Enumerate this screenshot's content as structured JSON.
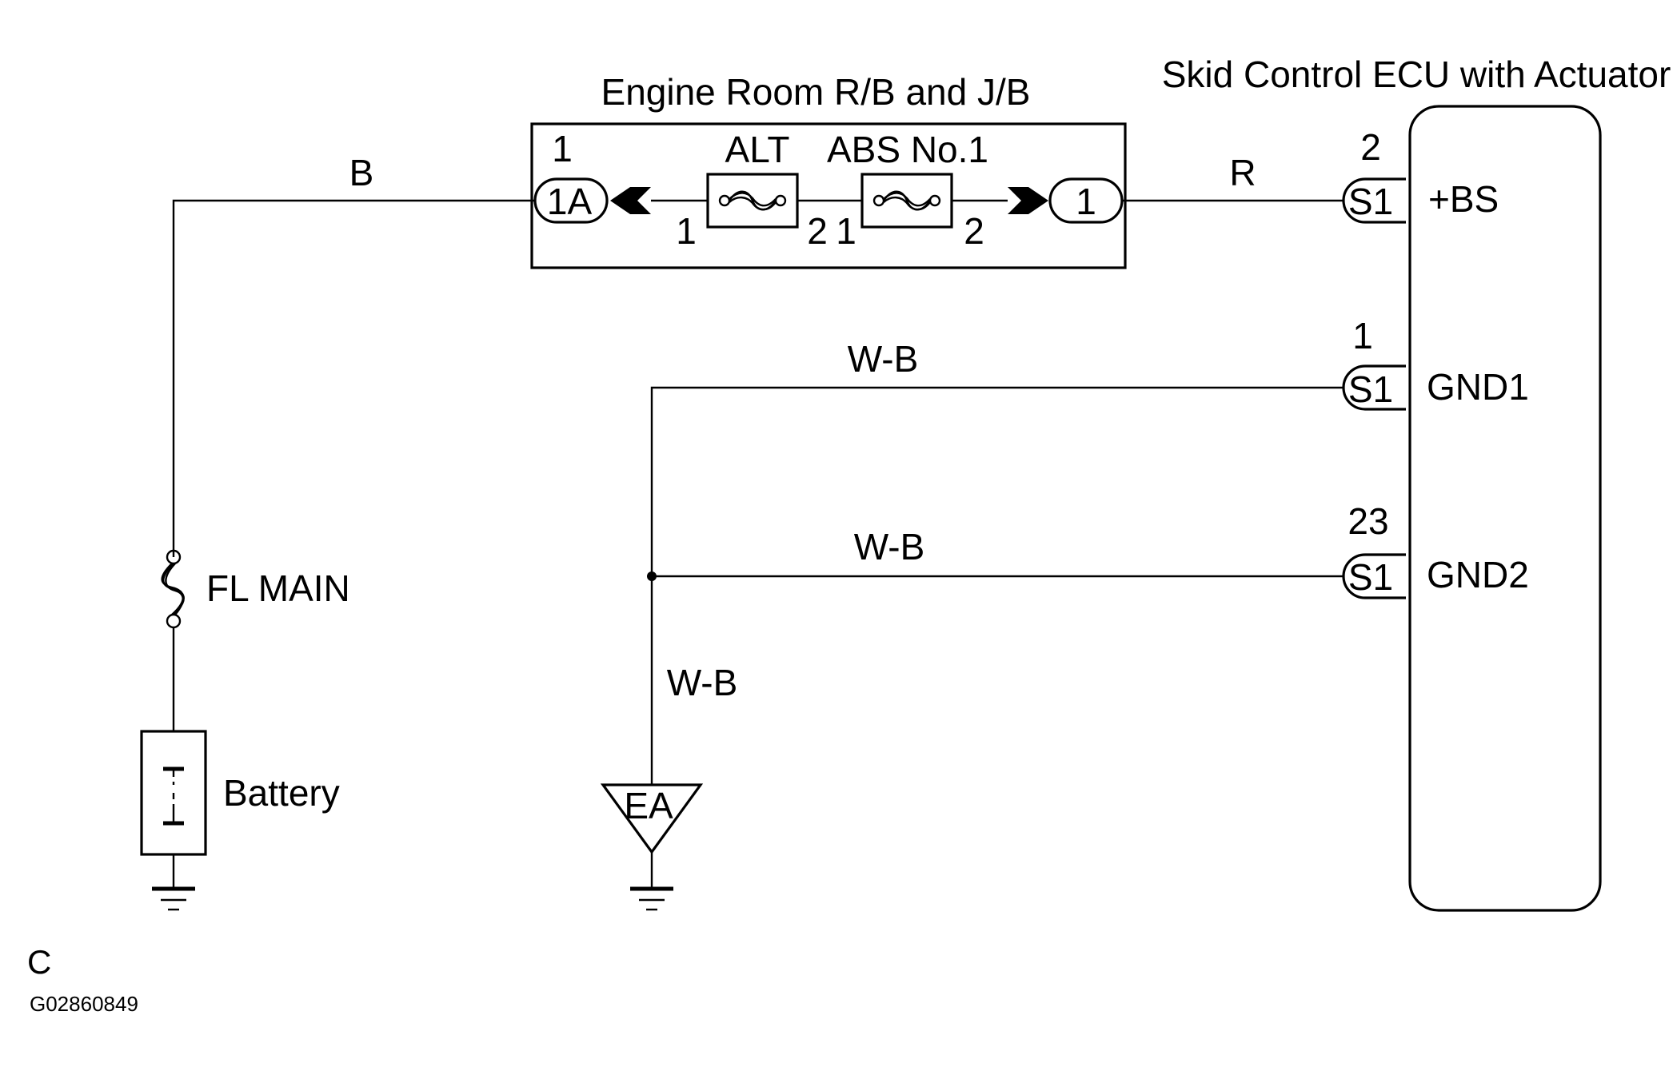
{
  "ecu": {
    "title": "Skid Control ECU with Actuator",
    "terminals": [
      {
        "pin": "2",
        "connector": "S1",
        "name": "+BS"
      },
      {
        "pin": "1",
        "connector": "S1",
        "name": "GND1"
      },
      {
        "pin": "23",
        "connector": "S1",
        "name": "GND2"
      }
    ]
  },
  "junction_block": {
    "title": "Engine Room R/B and J/B",
    "left_connector": {
      "pin": "1",
      "id": "1A"
    },
    "right_connector": {
      "id": "1"
    },
    "fuses": [
      {
        "name": "ALT",
        "pin_left": "1",
        "pin_right": "2"
      },
      {
        "name": "ABS No.1",
        "pin_left": "1",
        "pin_right": "2"
      }
    ]
  },
  "wires": {
    "battery_feed": "B",
    "ecu_feed": "R",
    "gnd1": "W-B",
    "gnd2": "W-B",
    "ground_drop": "W-B"
  },
  "components": {
    "fusible_link": "FL MAIN",
    "battery": "Battery",
    "ground_point": "EA"
  },
  "footer": {
    "letter": "C",
    "code": "G02860849"
  }
}
